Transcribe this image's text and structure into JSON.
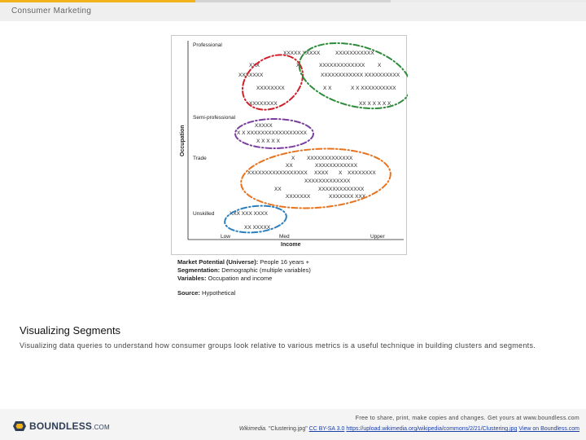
{
  "header": {
    "course": "Consumer Marketing"
  },
  "chart_data": {
    "type": "scatter",
    "xlabel": "Income",
    "ylabel": "Occupation",
    "x_ticks": [
      "Low",
      "Med",
      "Upper"
    ],
    "y_categories": [
      "Professional",
      "Semi-professional",
      "Trade",
      "Unskilled"
    ],
    "point_rows": [
      "XXXXX XXXXX",
      "XXXXXXXXXXX",
      "XXX",
      "X",
      "XXXXXXXXXXXXX",
      "X",
      "XXXXXXX",
      "XXXXXXXXXXXX XXXXXXXXXX",
      "XXXXXXXX",
      "X X",
      "X X XXXXXXXXXX",
      "XXXXXXXX",
      "XX X X X X X",
      "XXXXX",
      "X X XXXXXXXXXXXXXXXXX",
      "X X X X X",
      "X",
      "XXXXXXXXXXXXX",
      "XX",
      "XXXXXXXXXXXX",
      "XXXXXXXXXXXXXXXXX",
      "XXXX",
      "X",
      "XXXXXXXX",
      "XXXXXXXXXXXXX",
      "XX",
      "XXXXXXXXXXXXX",
      "XXXXXXX",
      "XXXXXXX XXX",
      "XXX XXX XXXX",
      "XX  XXXXX"
    ],
    "segments": [
      {
        "name": "Professional / low-med income",
        "color": "#d0202a"
      },
      {
        "name": "Professional / med-upper income",
        "color": "#2e8b3a"
      },
      {
        "name": "Semi-professional",
        "color": "#7b3fa0"
      },
      {
        "name": "Trade",
        "color": "#e8731e"
      },
      {
        "name": "Unskilled",
        "color": "#2a7fc0"
      }
    ]
  },
  "caption": {
    "market_label": "Market Potential (Universe):",
    "market_value": "People 16 years +",
    "segmentation_label": "Segmentation:",
    "segmentation_value": "Demographic (multiple variables)",
    "variables_label": "Variables:",
    "variables_value": "Occupation and income",
    "source_label": "Source:",
    "source_value": "Hypothetical"
  },
  "slide": {
    "title": "Visualizing Segments",
    "text": "Visualizing data queries to understand how consumer groups look relative to various metrics is a useful technique in building clusters and segments."
  },
  "footer": {
    "brand": "BOUNDLESS",
    "brand_suffix": ".COM",
    "line1": "Free to share, print, make copies and changes. Get yours at www.boundless.com",
    "source": "Wikimedia.",
    "file": "\"Clustering.jpg\"",
    "license": "CC BY-SA 3.0",
    "link": "https://upload.wikimedia.org/wikipedia/commons/2/21/Clustering.jpg",
    "view_link": "View on Boundless.com"
  }
}
